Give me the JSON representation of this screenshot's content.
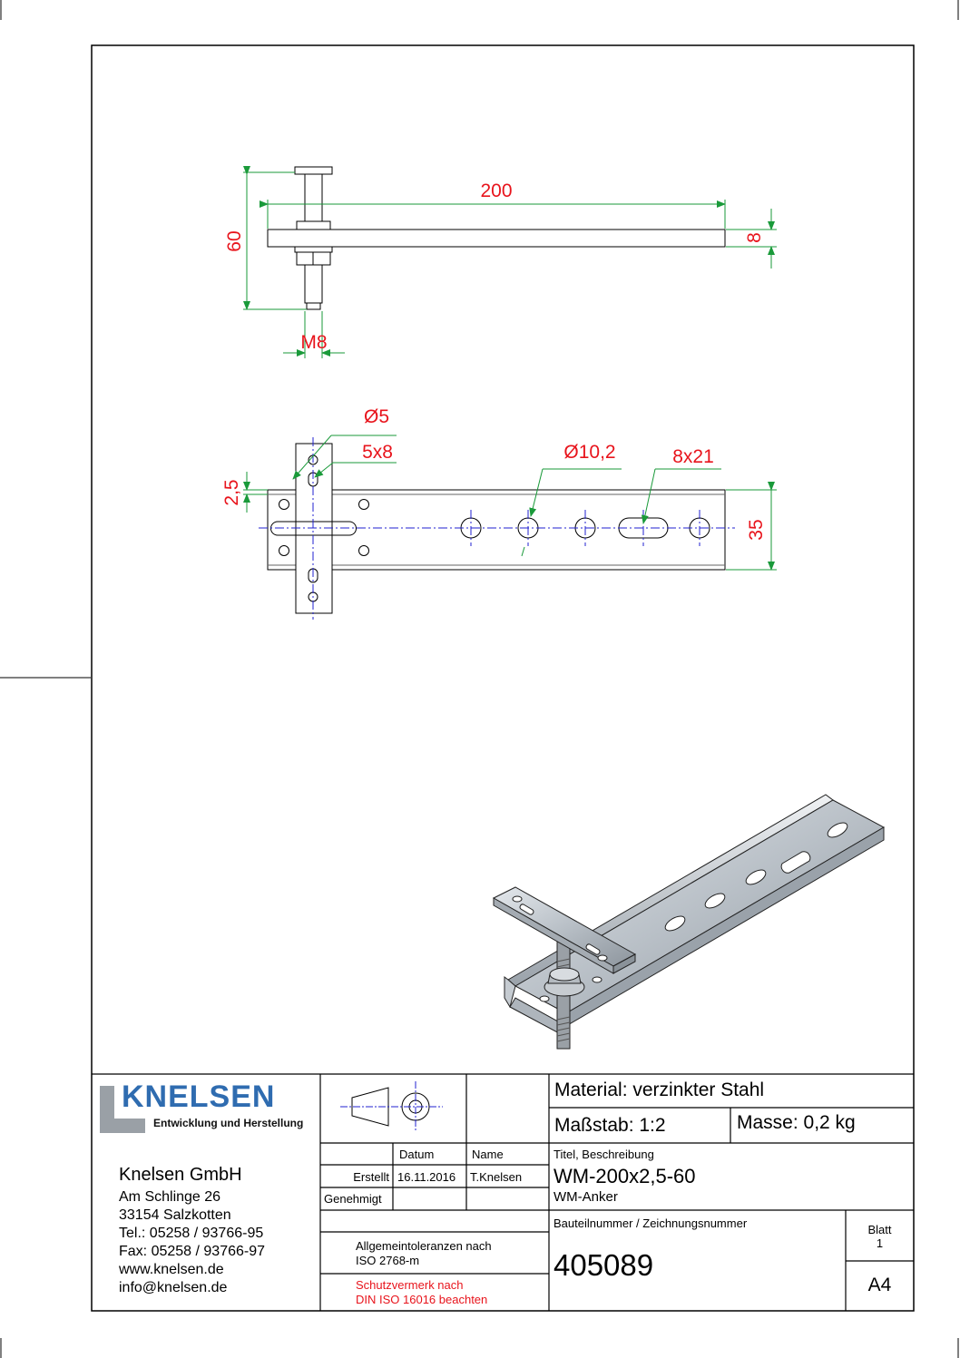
{
  "drawing": {
    "dimensions": {
      "top_length": "200",
      "top_height": "60",
      "top_thickness": "8",
      "thread": "M8",
      "hole_small": "Ø5",
      "slot_small": "5x8",
      "hole_large": "Ø10,2",
      "slot_large": "8x21",
      "plate_thickness": "2,5",
      "profile_width": "35"
    }
  },
  "title_block": {
    "logo": {
      "brand": "KNELSEN",
      "tagline": "Entwicklung und Herstellung",
      "color": "#2f6cb0"
    },
    "company": {
      "name": "Knelsen GmbH",
      "street": "Am Schlinge 26",
      "city": "33154 Salzkotten",
      "phone": "Tel.: 05258 / 93766-95",
      "fax": "Fax: 05258 / 93766-97",
      "web": "www.knelsen.de",
      "email": "info@knelsen.de"
    },
    "headers": {
      "date": "Datum",
      "name": "Name"
    },
    "created": {
      "label": "Erstellt",
      "date": "16.11.2016",
      "name": "T.Knelsen"
    },
    "approved": {
      "label": "Genehmigt"
    },
    "tolerance": {
      "line1": "Allgemeintoleranzen nach",
      "line2": "ISO 2768-m"
    },
    "protection": {
      "line1": "Schutzvermerk nach",
      "line2": "DIN ISO 16016 beachten",
      "color": "#e8141c"
    },
    "material": "Material:  verzinkter Stahl",
    "scale": "Maßstab: 1:2",
    "mass": "Masse: 0,2 kg",
    "title_label": "Titel, Beschreibung",
    "title": "WM-200x2,5-60",
    "subtitle": "WM-Anker",
    "part_label": "Bauteilnummer / Zeichnungsnummer",
    "part_number": "405089",
    "sheet_label": "Blatt",
    "sheet_number": "1",
    "format": "A4"
  }
}
